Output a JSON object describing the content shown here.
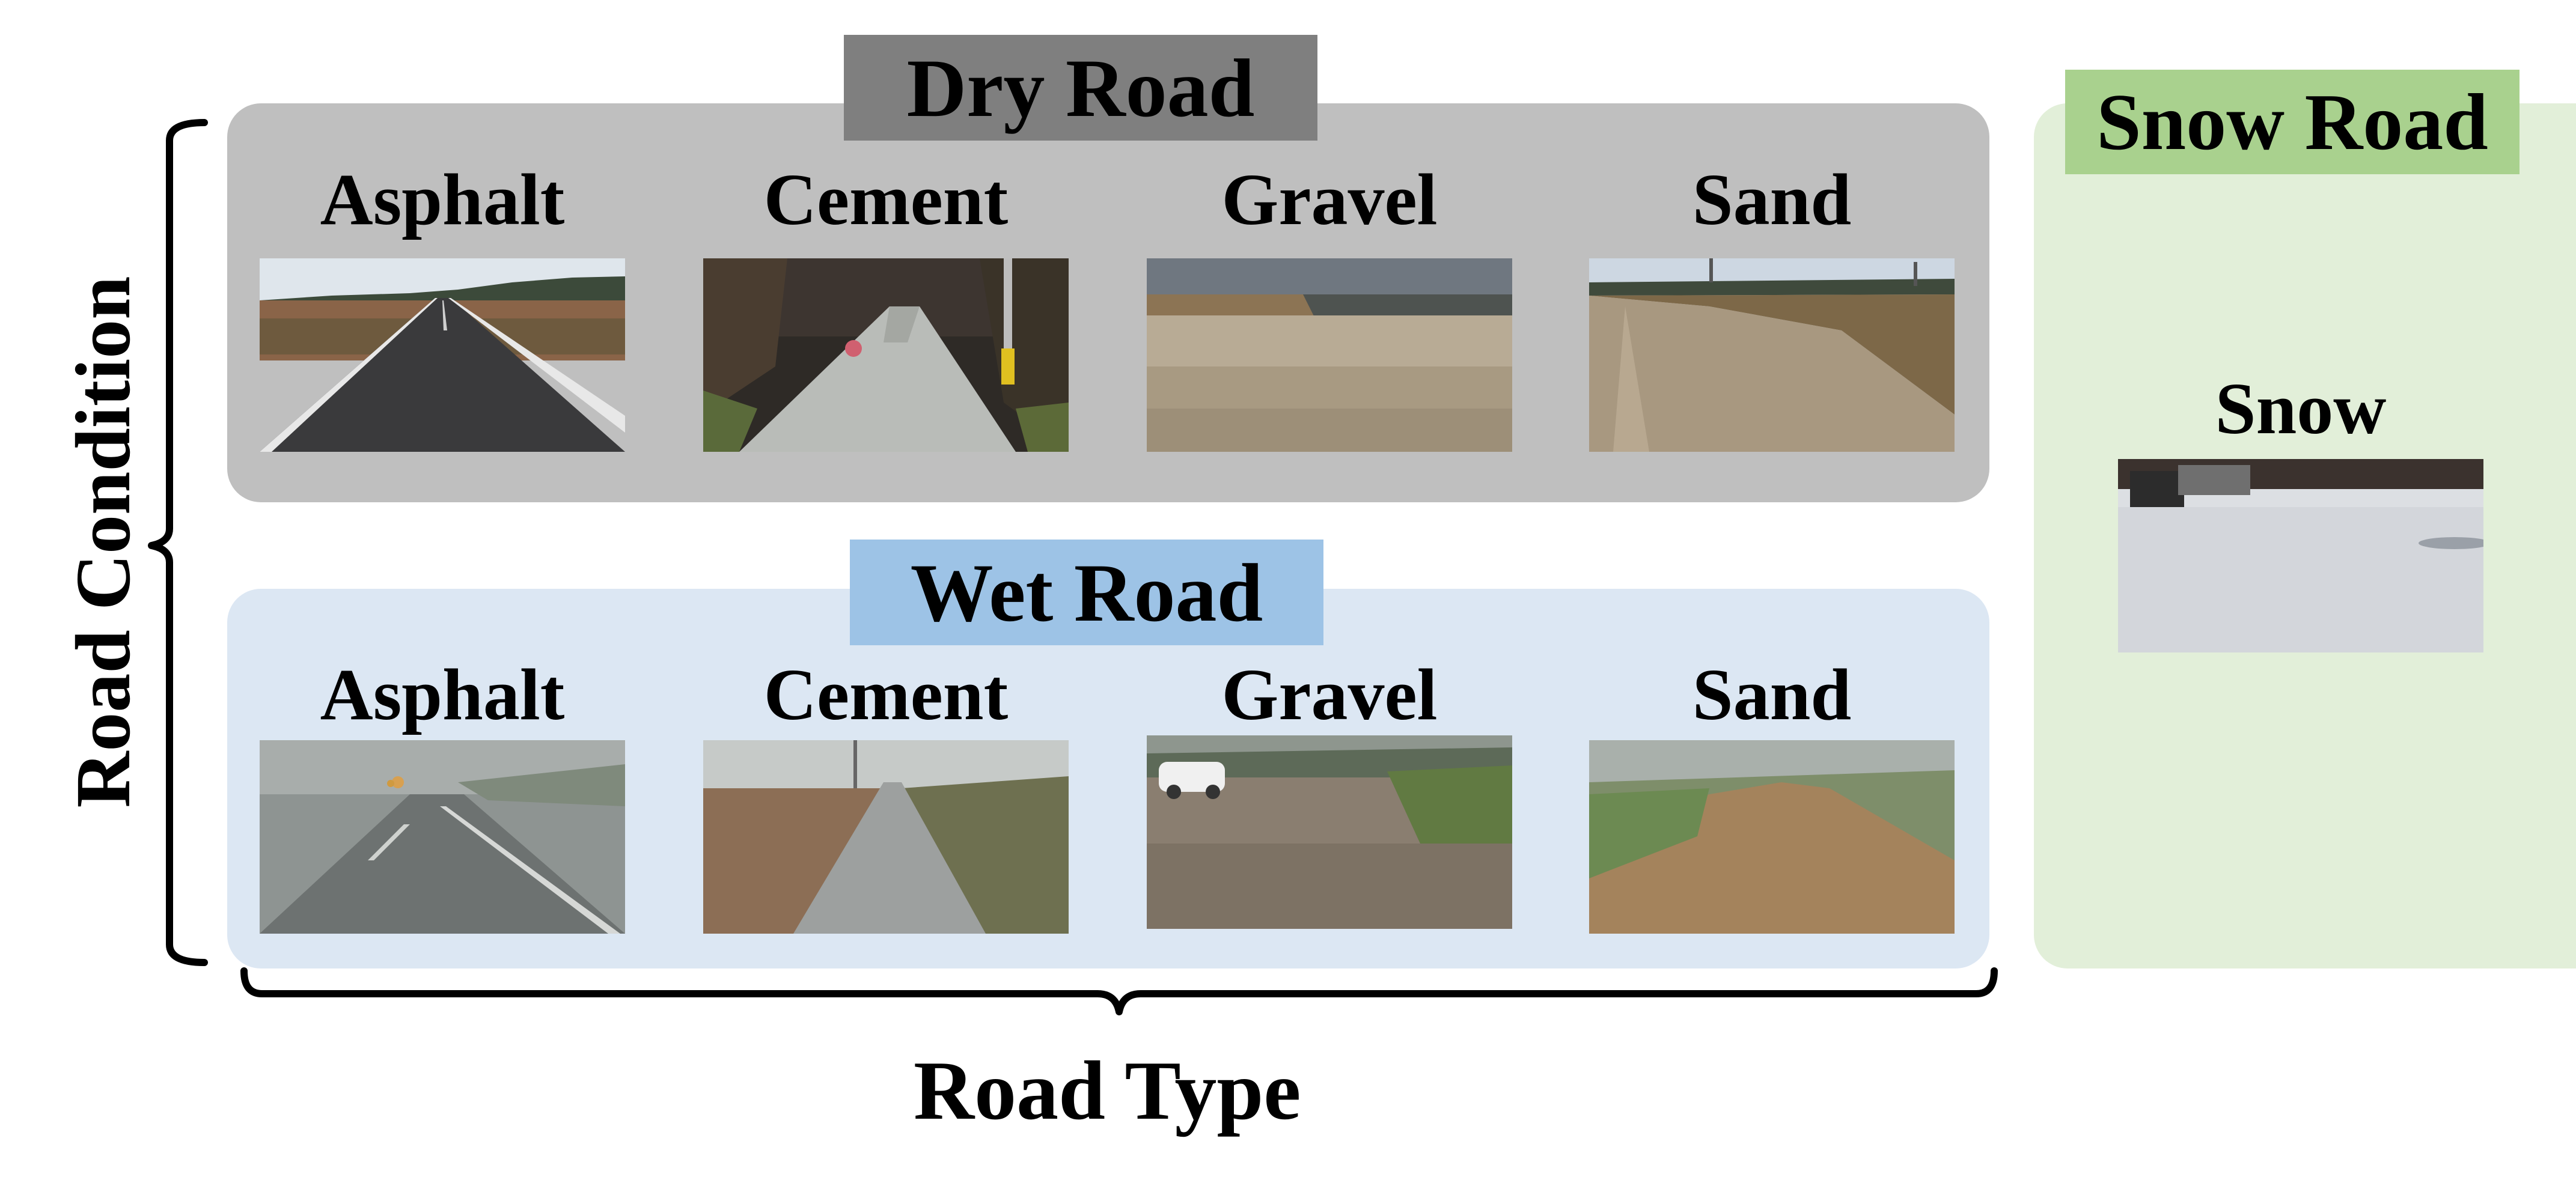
{
  "panels": {
    "dry": {
      "title": "Dry Road",
      "labels": [
        "Asphalt",
        "Cement",
        "Gravel",
        "Sand"
      ]
    },
    "wet": {
      "title": "Wet Road",
      "labels": [
        "Asphalt",
        "Cement",
        "Gravel",
        "Sand"
      ]
    },
    "snow": {
      "title": "Snow Road",
      "labels": [
        "Snow"
      ]
    }
  },
  "axes": {
    "y_title": "Road Condition",
    "x_title": "Road Type"
  },
  "colors": {
    "dry_panel": "#bfbfbf",
    "dry_title_bg": "#7f7f7f",
    "wet_panel": "#dce7f3",
    "wet_title_bg": "#9dc3e6",
    "snow_panel": "#e2efd9",
    "snow_title_bg": "#a9d18e"
  }
}
